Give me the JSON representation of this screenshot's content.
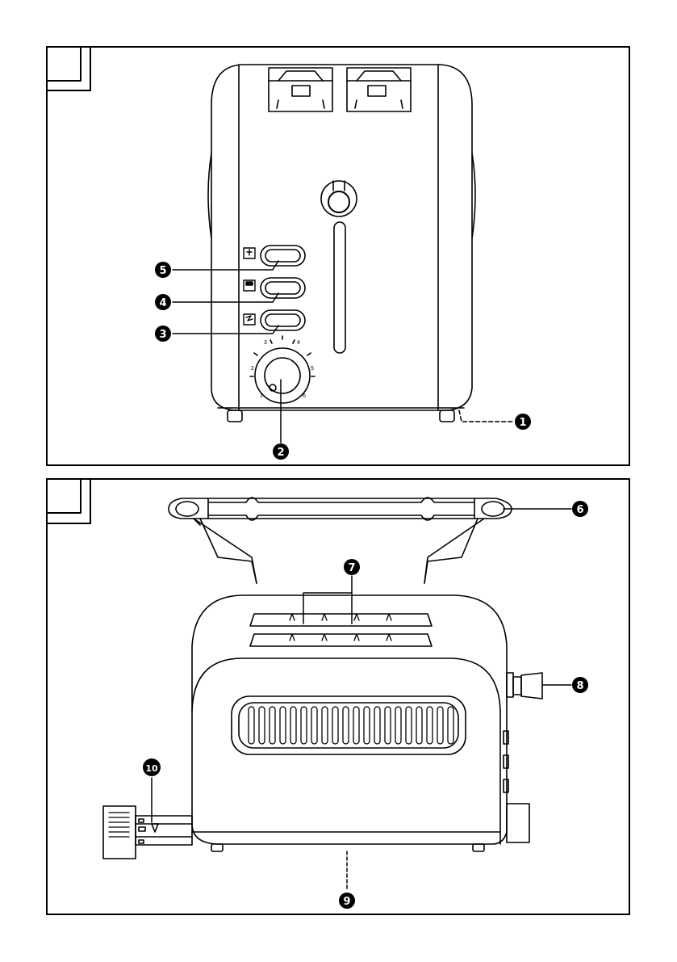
{
  "figures": [
    {
      "id": "A",
      "label": ""
    },
    {
      "id": "B",
      "label": ""
    }
  ],
  "callouts": {
    "c1": "1",
    "c2": "2",
    "c3": "3",
    "c4": "4",
    "c5": "5",
    "c6": "6",
    "c7": "7",
    "c8": "8",
    "c9": "9",
    "c10": "10"
  },
  "dial_scale": {
    "s1": "1",
    "s2": "2",
    "s3": "3",
    "s4": "4",
    "s5": "5",
    "s6": "6"
  },
  "icons": {
    "button_top": "defrost-icon",
    "button_mid": "reheat-icon",
    "button_bottom": "cancel-icon"
  },
  "colors": {
    "line": "#000000",
    "background": "#ffffff"
  }
}
